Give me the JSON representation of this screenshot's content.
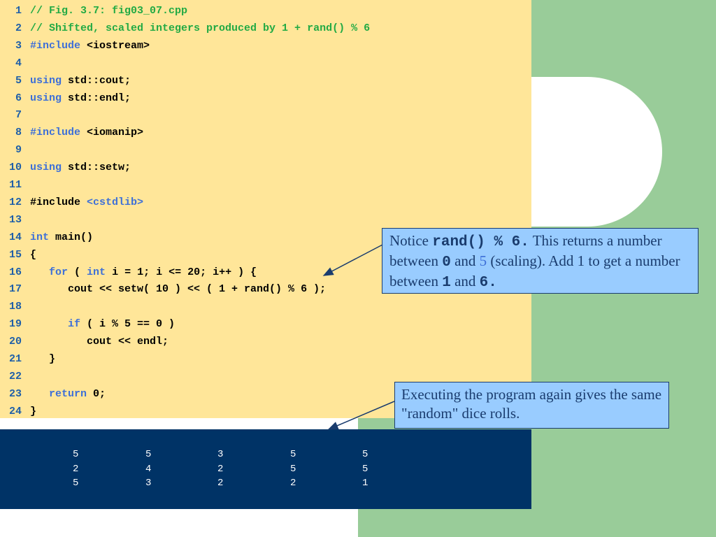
{
  "code": {
    "lines": [
      {
        "n": "1",
        "segs": [
          {
            "t": "// Fig. 3.7: fig03_07.cpp",
            "c": "cm"
          }
        ]
      },
      {
        "n": "2",
        "segs": [
          {
            "t": "// Shifted, scaled integers produced by 1 + rand() % 6",
            "c": "cm"
          }
        ]
      },
      {
        "n": "3",
        "segs": [
          {
            "t": "#include",
            "c": "kw"
          },
          {
            "t": " <iostream>",
            "c": ""
          }
        ]
      },
      {
        "n": "4",
        "segs": []
      },
      {
        "n": "5",
        "segs": [
          {
            "t": "using",
            "c": "kw"
          },
          {
            "t": " std::cout;",
            "c": ""
          }
        ]
      },
      {
        "n": "6",
        "segs": [
          {
            "t": "using",
            "c": "kw"
          },
          {
            "t": " std::endl;",
            "c": ""
          }
        ]
      },
      {
        "n": "7",
        "segs": []
      },
      {
        "n": "8",
        "segs": [
          {
            "t": "#include",
            "c": "kw"
          },
          {
            "t": " <iomanip>",
            "c": ""
          }
        ]
      },
      {
        "n": "9",
        "segs": []
      },
      {
        "n": "10",
        "segs": [
          {
            "t": "using",
            "c": "kw"
          },
          {
            "t": " std::setw;",
            "c": ""
          }
        ]
      },
      {
        "n": "11",
        "segs": []
      },
      {
        "n": "12",
        "segs": [
          {
            "t": "#include ",
            "c": ""
          },
          {
            "t": "<cstdlib>",
            "c": "hi"
          }
        ]
      },
      {
        "n": "13",
        "segs": []
      },
      {
        "n": "14",
        "segs": [
          {
            "t": "int",
            "c": "kw"
          },
          {
            "t": " main()",
            "c": ""
          }
        ]
      },
      {
        "n": "15",
        "segs": [
          {
            "t": "{",
            "c": ""
          }
        ]
      },
      {
        "n": "16",
        "segs": [
          {
            "t": "   ",
            "c": ""
          },
          {
            "t": "for",
            "c": "kw"
          },
          {
            "t": " ( ",
            "c": ""
          },
          {
            "t": "int",
            "c": "kw"
          },
          {
            "t": " i = 1; i <= 20; i++ ) {",
            "c": ""
          }
        ]
      },
      {
        "n": "17",
        "segs": [
          {
            "t": "      cout << setw( 10 ) << ( 1 + rand() % 6 );",
            "c": ""
          }
        ]
      },
      {
        "n": "18",
        "segs": []
      },
      {
        "n": "19",
        "segs": [
          {
            "t": "      ",
            "c": ""
          },
          {
            "t": "if",
            "c": "kw"
          },
          {
            "t": " ( i % 5 == 0 )",
            "c": ""
          }
        ]
      },
      {
        "n": "20",
        "segs": [
          {
            "t": "         cout << endl;",
            "c": ""
          }
        ]
      },
      {
        "n": "21",
        "segs": [
          {
            "t": "   }",
            "c": ""
          }
        ]
      },
      {
        "n": "22",
        "segs": []
      },
      {
        "n": "23",
        "segs": [
          {
            "t": "   ",
            "c": ""
          },
          {
            "t": "return",
            "c": "kw"
          },
          {
            "t": " 0;",
            "c": ""
          }
        ]
      },
      {
        "n": "24",
        "segs": [
          {
            "t": "}",
            "c": ""
          }
        ]
      }
    ]
  },
  "output": {
    "rows": [
      [
        "5",
        "5",
        "3",
        "5",
        "5"
      ],
      [
        "2",
        "4",
        "2",
        "5",
        "5"
      ],
      [
        "5",
        "3",
        "2",
        "2",
        "1"
      ]
    ]
  },
  "callouts": {
    "rand": {
      "p1": "Notice ",
      "code1": "rand() % 6.",
      "p2": " This returns a number between ",
      "code2": "0",
      "p3": " and ",
      "five": "5",
      "p4": " (scaling). Add 1 to get a number between ",
      "code3": "1",
      "p5": " and ",
      "code4": "6."
    },
    "again": {
      "text": "Executing the program again gives the same \"random\" dice rolls."
    }
  },
  "colors": {
    "code_bg": "#ffe699",
    "output_bg": "#003366",
    "green": "#99cc99",
    "callout_bg": "#99ccff",
    "comment": "#22aa44",
    "keyword": "#3d6fd8",
    "line_number": "#1f5fa8"
  }
}
